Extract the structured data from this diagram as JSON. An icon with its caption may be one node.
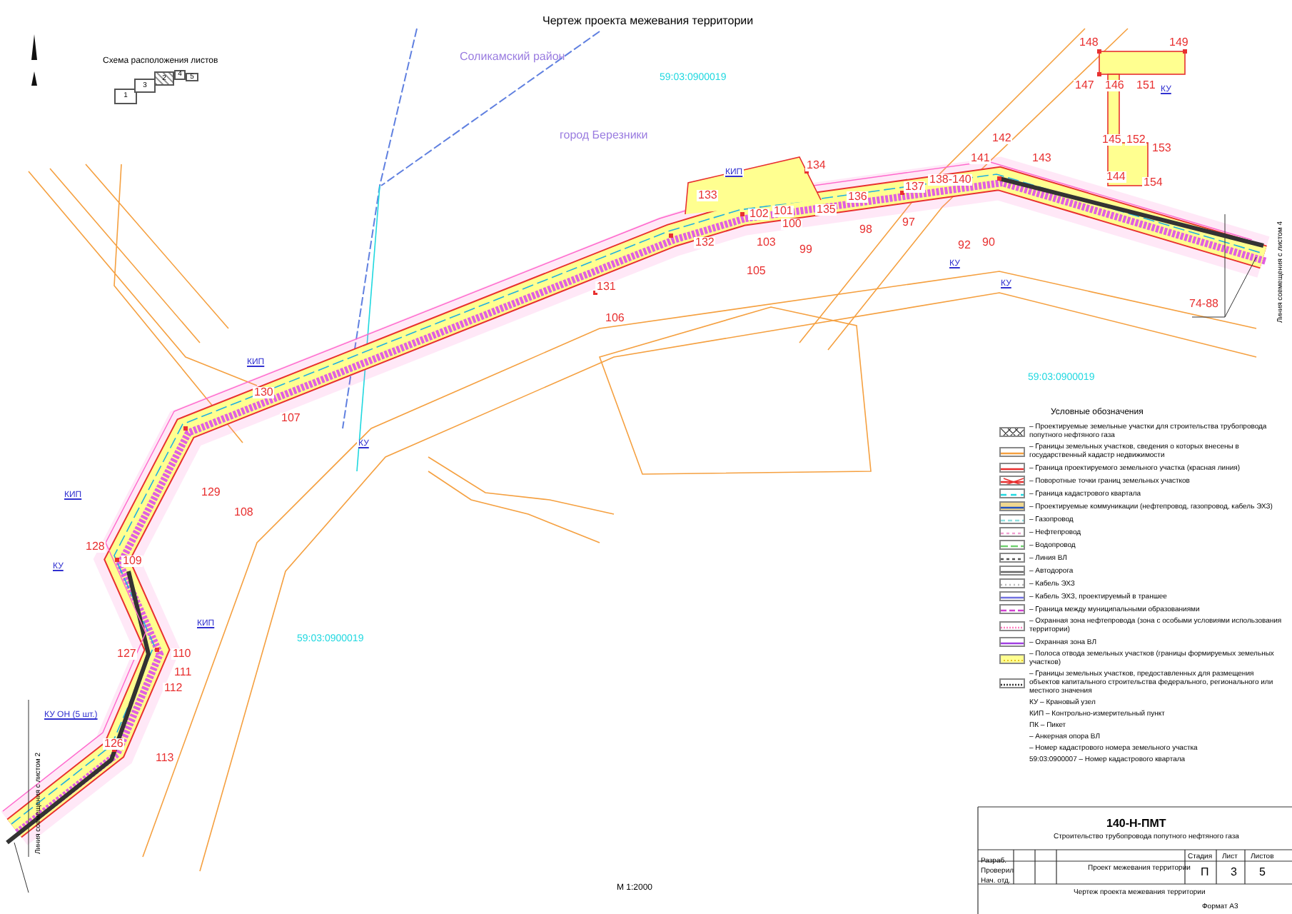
{
  "diagram": {
    "title": "Чертеж проекта межевания территории",
    "nodes": [
      {
        "text": [
          "1"
        ]
      },
      {
        "text": [
          "3"
        ]
      },
      {
        "text": [
          "2"
        ]
      },
      {
        "text": [
          "4"
        ]
      },
      {
        "text": [
          "5"
        ]
      }
    ],
    "labels": [
      "148",
      "149",
      "Схема расположения листов",
      "Соликамский район",
      "59:03:0900019",
      "147",
      "146",
      "151",
      "КУ",
      "город Березники",
      "142",
      "145",
      "152",
      "153",
      "КИП",
      "134",
      "137",
      "138-140",
      "141",
      "143",
      "144",
      "154",
      "133",
      "102",
      "101",
      "100",
      "135",
      "136",
      "98",
      "97",
      "132",
      "103",
      "99",
      "92",
      "90",
      "105",
      "КУ",
      "131",
      "КУ",
      "74-88",
      "106",
      "Линия совмещения с листом 4",
      "КИП",
      "59:03:0900019",
      "130",
      "107",
      "Условные обозначения",
      "КУ",
      "КИП",
      "129",
      "108",
      "128",
      "КУ",
      "109",
      "КИП",
      "59:03:0900019",
      "127",
      "110",
      "111",
      "112",
      "КУ ОН (5 шт.)",
      "Линия совмещения с листом 2",
      "126",
      "113",
      "М 1:2000",
      "140-Н-ПМТ",
      "Строительство трубопровода попутного нефтяного газа",
      "Разраб.",
      "Проверил",
      "Нач. отд.",
      "Проект межевания территории",
      "Стадия",
      "Лист",
      "Листов",
      "П",
      "3",
      "5",
      "Чертеж проекта межевания территории",
      "Формат А3"
    ],
    "legend": [
      {
        "text": "– Проектируемые земельные участки для строительства трубопровода попутного нефтяного газа"
      },
      {
        "text": "– Границы земельных участков, сведения о которых внесены в государственный кадастр недвижимости"
      },
      {
        "text": "– Граница проектируемого земельного участка (красная линия)"
      },
      {
        "text": "– Поворотные точки границ земельных участков"
      },
      {
        "text": "– Граница кадастрового квартала"
      },
      {
        "text": "– Проектируемые коммуникации (нефтепровод, газопровод, кабель ЭХЗ)"
      },
      {
        "text": "– Газопровод"
      },
      {
        "text": "– Нефтепровод"
      },
      {
        "text": "– Водопровод"
      },
      {
        "text": "– Линия ВЛ"
      },
      {
        "text": "– Автодорога"
      },
      {
        "text": "– Кабель ЭХЗ"
      },
      {
        "text": "– Кабель ЭХЗ, проектируемый в траншее"
      },
      {
        "text": "– Граница между муниципальными образованиями"
      },
      {
        "text": "– Охранная зона нефтепровода (зона с особыми условиями использования территории)"
      },
      {
        "text": "– Охранная зона ВЛ"
      },
      {
        "text": "– Полоса отвода земельных участков (границы формируемых земельных участков)"
      },
      {
        "text": "– Границы земельных участков, предоставленных для размещения объектов капитального строительства федерального, регионального или местного значения"
      },
      {
        "text": "КУ – Крановый узел"
      },
      {
        "text": "КИП – Контрольно-измерительный пункт"
      },
      {
        "text": "ПК – Пикет"
      },
      {
        "text": "– Анкерная опора ВЛ"
      },
      {
        "text": "– Номер кадастрового номера земельного участка"
      },
      {
        "text": "59:03:0900007 – Номер кадастрового квартала"
      }
    ]
  }
}
